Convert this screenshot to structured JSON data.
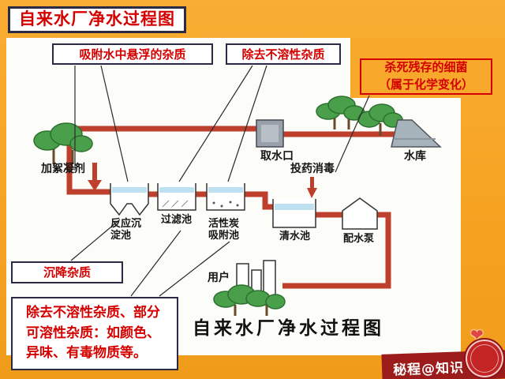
{
  "slide": {
    "title": "自来水厂净水过程图",
    "caption": "自来水厂净水过程图"
  },
  "callouts": {
    "adsorb": {
      "text": "吸附水中悬浮的杂质"
    },
    "remove_insoluble": {
      "text": "除去不溶性杂质"
    },
    "kill_bacteria": {
      "line1": "杀死残存的细菌",
      "line2": "（属于化学变化）"
    },
    "settle": {
      "text": "沉降杂质"
    },
    "remove_detail": {
      "text": "除去不溶性杂质、部分可溶性杂质：如颜色、异味、有毒物质等。"
    }
  },
  "diagram": {
    "source_label": "加絮凝剂",
    "intake_label": "取水口",
    "reservoir_label": "水库",
    "disinfect_label": "投药消毒",
    "tanks": {
      "reaction": "反应沉淀池",
      "filter": "过滤池",
      "carbon": "活性炭吸附池",
      "clear": "清水池",
      "pump": "配水泵"
    },
    "users_label": "用户"
  },
  "watermark": {
    "text": "秘程@知识"
  },
  "icons": {
    "heart": "❤"
  },
  "colors": {
    "background": "#f7a728",
    "pipe": "#bd3f2c",
    "accent_red": "#d40000",
    "border_dark": "#2a2a44"
  }
}
